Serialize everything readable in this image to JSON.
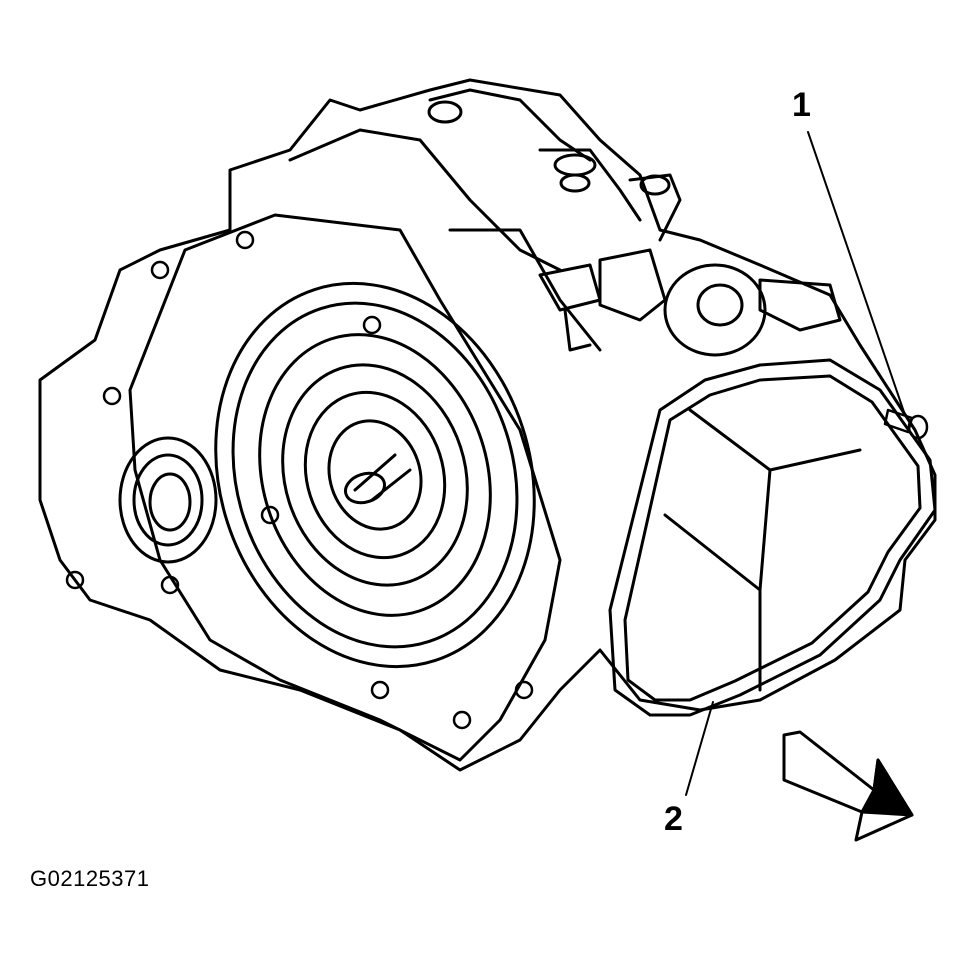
{
  "figure": {
    "id": "G02125371",
    "callouts": [
      {
        "number": "1"
      },
      {
        "number": "2"
      }
    ],
    "direction_arrow": "arrow-icon",
    "colors": {
      "line": "#000000",
      "background": "#ffffff"
    }
  }
}
